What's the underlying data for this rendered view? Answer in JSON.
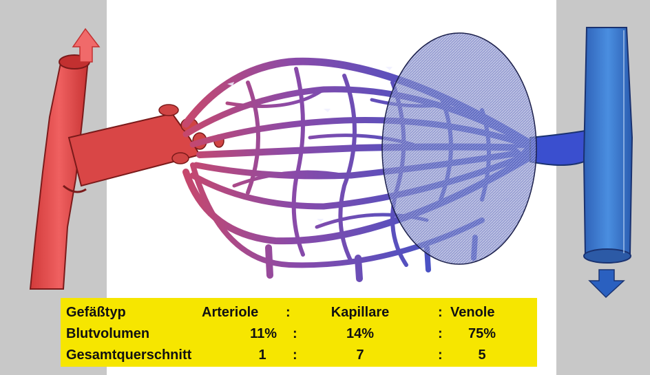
{
  "colors": {
    "artery": "#e04a4a",
    "vein": "#3a7cd0",
    "highlight_ellipse": "#5563b8",
    "legend_bg": "#f6e600",
    "side_panels": "#c8c8c8"
  },
  "legend": {
    "separator": ":",
    "rows": [
      {
        "label": "Gefäßtyp",
        "arteriole": "Arteriole",
        "kapillare": "Kapillare",
        "venole": "Venole"
      },
      {
        "label": "Blutvolumen",
        "arteriole": "11%",
        "kapillare": "14%",
        "venole": "75%"
      },
      {
        "label": "Gesamtquerschnitt",
        "arteriole": "1",
        "kapillare": "7",
        "venole": "5"
      }
    ]
  },
  "icons": {
    "inflow": "arrow-up-icon",
    "outflow": "arrow-down-icon"
  }
}
